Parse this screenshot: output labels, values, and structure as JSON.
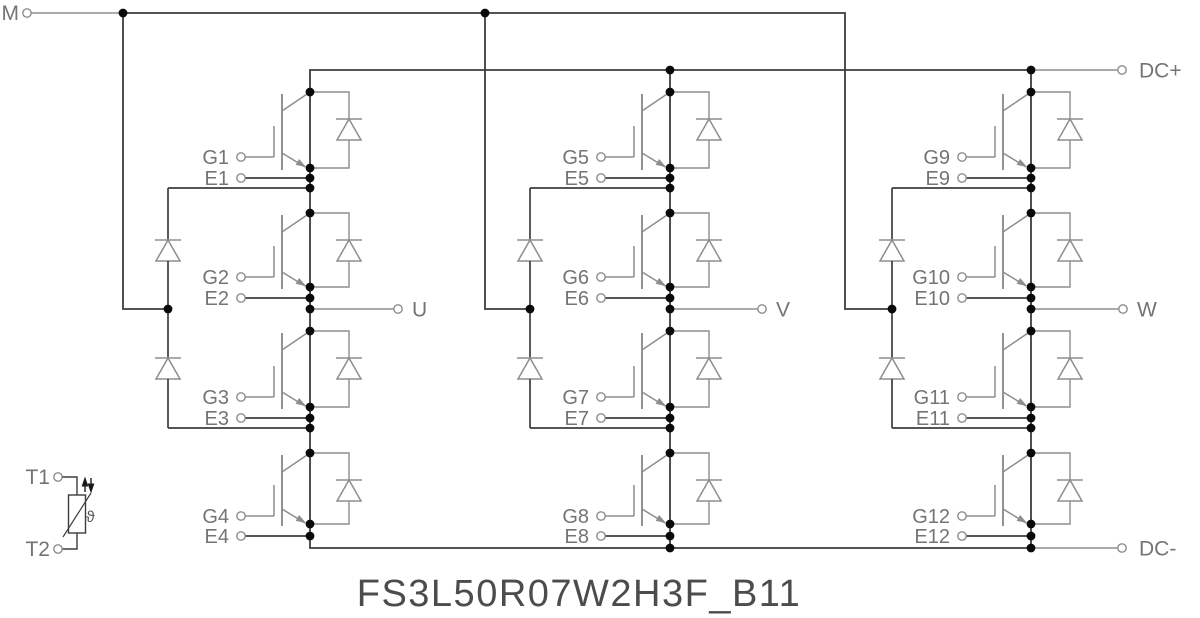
{
  "title": "FS3L50R07W2H3F_B11",
  "terminals": {
    "m": "M",
    "dc_plus": "DC+",
    "dc_minus": "DC-"
  },
  "thermistor": {
    "label_top": "T1",
    "label_bottom": "T2",
    "symbol": "ϑ"
  },
  "legs": [
    {
      "phase": "U",
      "gates": [
        "G1",
        "G2",
        "G3",
        "G4"
      ],
      "emitters": [
        "E1",
        "E2",
        "E3",
        "E4"
      ]
    },
    {
      "phase": "V",
      "gates": [
        "G5",
        "G6",
        "G7",
        "G8"
      ],
      "emitters": [
        "E5",
        "E6",
        "E7",
        "E8"
      ]
    },
    {
      "phase": "W",
      "gates": [
        "G9",
        "G10",
        "G11",
        "G12"
      ],
      "emitters": [
        "E9",
        "E10",
        "E11",
        "E12"
      ]
    }
  ],
  "colors": {
    "background": "#ffffff",
    "wire": "#3d3d3d",
    "symbol": "#8d8d8d",
    "junction": "#0a0a0a",
    "label": "#747474",
    "title": "#4c4c4c",
    "arrow": "#1a1a1a"
  }
}
